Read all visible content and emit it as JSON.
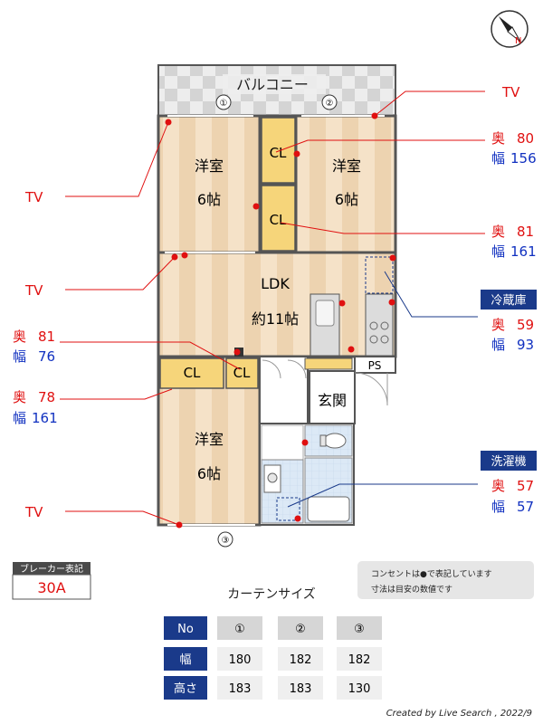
{
  "balcony": {
    "label": "バルコニー"
  },
  "rooms": {
    "west_top": {
      "name": "洋室",
      "size": "6帖"
    },
    "east_top": {
      "name": "洋室",
      "size": "6帖"
    },
    "ldk": {
      "name": "LDK",
      "size": "約11帖"
    },
    "west_bottom": {
      "name": "洋室",
      "size": "6帖"
    }
  },
  "closets": {
    "cl1": "CL",
    "cl2": "CL",
    "cl3": "CL",
    "cl4": "CL"
  },
  "entrance": "玄関",
  "ps": "PS",
  "windows": {
    "w1": "①",
    "w2": "②",
    "w3": "③"
  },
  "tv": {
    "t1": "TV",
    "t2": "TV",
    "t3": "TV",
    "t4": "TV"
  },
  "dims": {
    "d1": {
      "depth_label": "奥",
      "depth": "80",
      "width_label": "幅",
      "width": "156"
    },
    "d2": {
      "depth_label": "奥",
      "depth": "81",
      "width_label": "幅",
      "width": "161"
    },
    "d3": {
      "depth_label": "奥",
      "depth": "81",
      "width_label": "幅",
      "width": "76"
    },
    "d4": {
      "depth_label": "奥",
      "depth": "78",
      "width_label": "幅",
      "width": "161"
    }
  },
  "fridge": {
    "title": "冷蔵庫",
    "depth_label": "奥",
    "depth": "59",
    "width_label": "幅",
    "width": "93"
  },
  "washer": {
    "title": "洗濯機",
    "depth_label": "奥",
    "depth": "57",
    "width_label": "幅",
    "width": "57"
  },
  "breaker": {
    "title": "ブレーカー表記",
    "value": "30A"
  },
  "note": {
    "line1": "コンセントは●で表記しています",
    "line2": "寸法は目安の数値です"
  },
  "curtain": {
    "title": "カーテンサイズ",
    "header_no": "No",
    "row_width": "幅",
    "row_height": "高さ",
    "cols": [
      "①",
      "②",
      "③"
    ],
    "widths": [
      "180",
      "182",
      "182"
    ],
    "heights": [
      "183",
      "183",
      "130"
    ]
  },
  "credit": "Created by Live Search , 2022/9",
  "colors": {
    "outlet": "#e01010",
    "label_blue": "#1a3a8a",
    "floor": "#f2dcc0",
    "closet": "#f6d57a"
  }
}
